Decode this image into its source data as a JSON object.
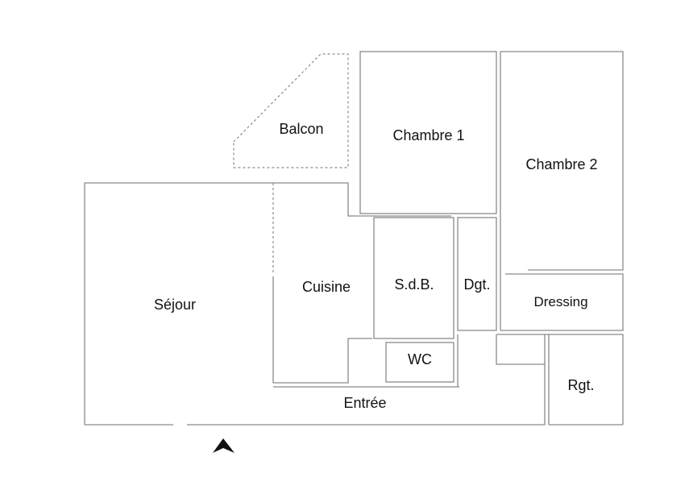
{
  "rooms": {
    "balcon": "Balcon",
    "chambre1": "Chambre 1",
    "chambre2": "Chambre 2",
    "sejour": "Séjour",
    "cuisine": "Cuisine",
    "sdb": "S.d.B.",
    "dgt": "Dgt.",
    "dressing": "Dressing",
    "wc": "WC",
    "rgt": "Rgt.",
    "entree": "Entrée"
  },
  "compass": {
    "icon": "north-arrow-icon",
    "direction": "up"
  },
  "colors": {
    "walls": "#8a8a8a",
    "text": "#111111",
    "background": "#ffffff"
  }
}
